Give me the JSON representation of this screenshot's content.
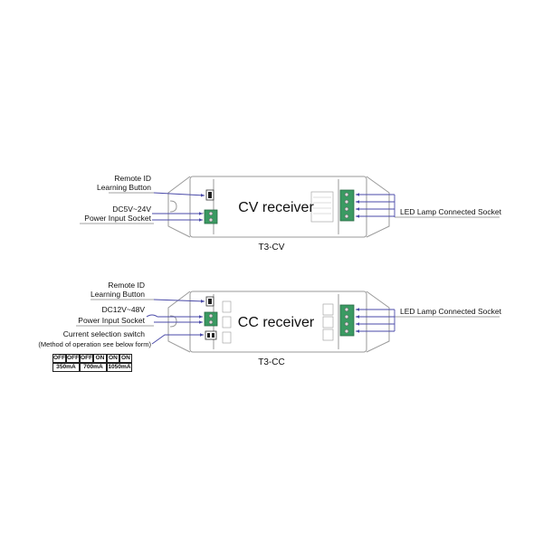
{
  "colors": {
    "outline": "#9a9a9a",
    "lead": "#4a4aa8",
    "terminal": "#3a9a62",
    "text": "#111111"
  },
  "cv": {
    "title": "CV receiver",
    "model": "T3-CV",
    "labels": {
      "remote_id_1": "Remote ID",
      "remote_id_2": "Learning Button",
      "power_1": "DC5V~24V",
      "power_2": "Power Input Socket",
      "led": "LED Lamp Connected Socket"
    }
  },
  "cc": {
    "title": "CC receiver",
    "model": "T3-CC",
    "labels": {
      "remote_id_1": "Remote ID",
      "remote_id_2": "Learning Button",
      "power_1": "DC12V~48V",
      "power_2": "Power Input Socket",
      "switch_1": "Current selection switch",
      "switch_2": "(Method of operation see below form)",
      "led": "LED Lamp Connected Socket"
    }
  },
  "current_table": {
    "switch_row": [
      "OFF",
      "OFF",
      "OFF",
      "ON",
      "ON",
      "ON"
    ],
    "current_row": [
      "350mA",
      "700mA",
      "1050mA"
    ]
  }
}
